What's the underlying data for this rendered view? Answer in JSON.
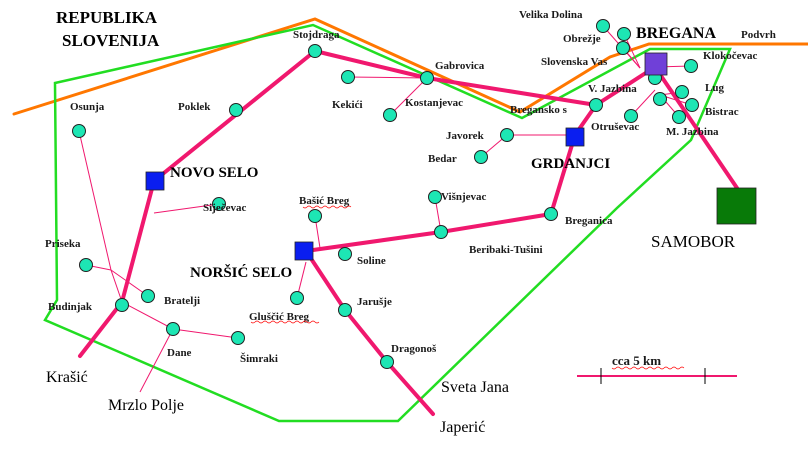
{
  "regions": {
    "slovenia": "REPUBLIKA SLOVENIJA"
  },
  "hubs": {
    "novo_selo": "NOVO SELO",
    "norsic_selo": "NORŠIĆ SELO",
    "grdanjci": "GRDANJCI",
    "bregana": "BREGANA",
    "samobor": "SAMOBOR"
  },
  "villages": {
    "stojdraga": "Stojdraga",
    "gabrovica": "Gabrovica",
    "kekici": "Kekići",
    "kostanjevac": "Kostanjevac",
    "bregansko_s": "Bregansko s",
    "javorek": "Javorek",
    "bedar": "Bedar",
    "velika_dolina": "Velika Dolina",
    "obrezje": "Obrežje",
    "slovenska_vas": "Slovenska Vas",
    "v_jazbina": "V. Jazbina",
    "otrusevac": "Otruševac",
    "klokocevac": "Klokočevac",
    "lug": "Lug",
    "bistrac": "Bistrac",
    "m_jazbina": "M. Jazbina",
    "podvrh": "Podvrh",
    "osunja": "Osunja",
    "poklek": "Poklek",
    "sijecevac": "Siječevac",
    "basic_breg": "Bašić Breg",
    "visnjevac": "Višnjevac",
    "breganica": "Breganica",
    "beribaki": "Beribaki-Tušini",
    "soline": "Soline",
    "priseka": "Priseka",
    "bratelji": "Bratelji",
    "budinjak": "Budinjak",
    "gluscic_breg": "Gluščić Breg",
    "jarusje": "Jarušje",
    "dragonos": "Dragonoš",
    "dane": "Dane",
    "simraki": "Šimraki"
  },
  "outside": {
    "krasic": "Krašić",
    "mrzlo_polje": "Mrzlo Polje",
    "sveta_jana": "Sveta Jana",
    "japeric": "Japerić"
  },
  "scale": {
    "label": "cca 5  km"
  },
  "colors": {
    "road": "#f0186e",
    "boundary": "#22dd22",
    "border": "#ff7700",
    "node": "#1de6b4",
    "hub_blue": "#0a1ef0",
    "hub_purple": "#7040d8",
    "samobor": "#087a08"
  }
}
